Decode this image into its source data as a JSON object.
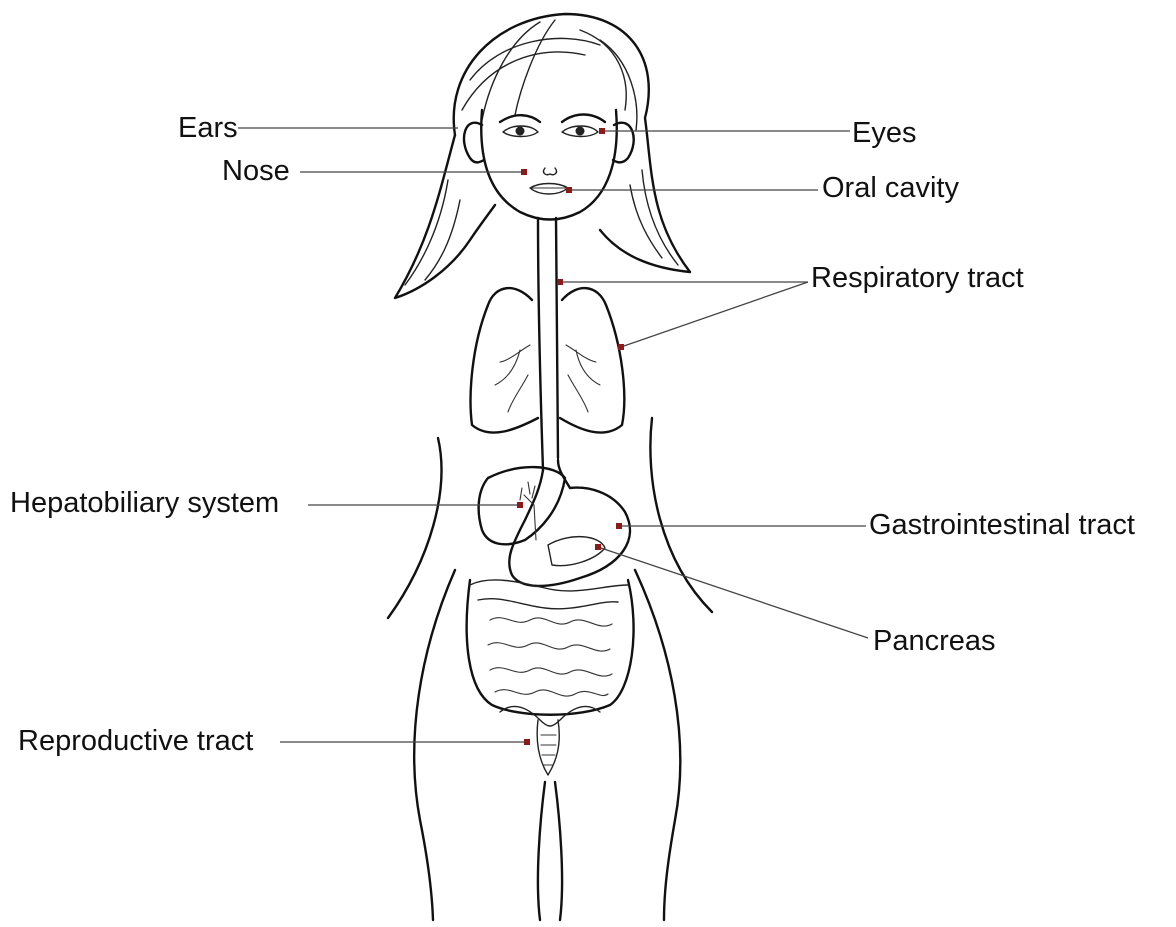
{
  "diagram": {
    "labels": {
      "ears": "Ears",
      "nose": "Nose",
      "eyes": "Eyes",
      "oral_cavity": "Oral cavity",
      "respiratory_tract": "Respiratory tract",
      "hepatobiliary_system": "Hepatobiliary system",
      "gastrointestinal_tract": "Gastrointestinal tract",
      "pancreas": "Pancreas",
      "reproductive_tract": "Reproductive tract"
    },
    "colors": {
      "line": "#111111",
      "leader": "#444444",
      "marker": "#8b1a1a"
    }
  }
}
